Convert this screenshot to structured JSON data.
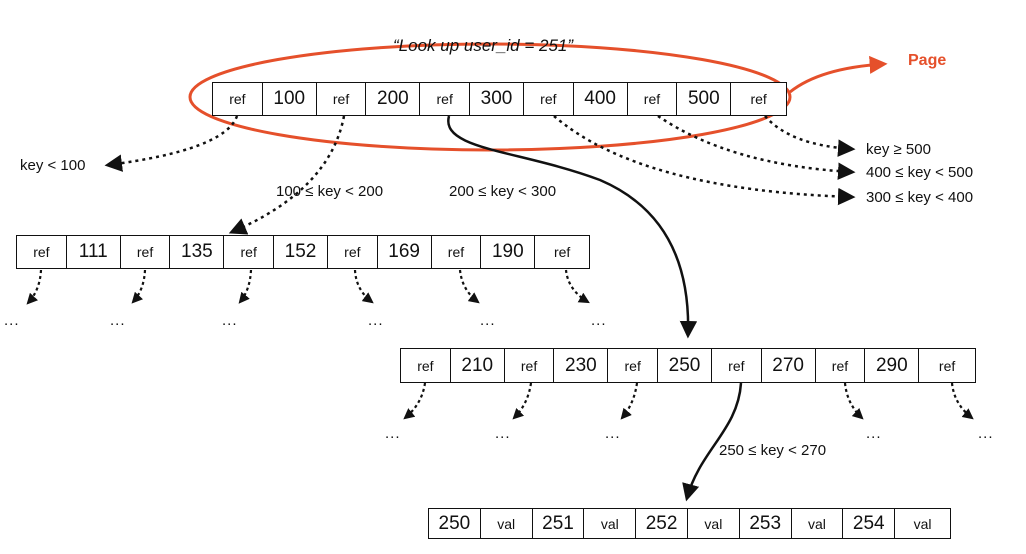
{
  "title": "“Look up user_id = 251”",
  "page_label": "Page",
  "colors": {
    "highlight": "#e5502b",
    "ink": "#111111"
  },
  "root": [
    "ref",
    "100",
    "ref",
    "200",
    "ref",
    "300",
    "ref",
    "400",
    "ref",
    "500",
    "ref"
  ],
  "left_child": [
    "ref",
    "111",
    "ref",
    "135",
    "ref",
    "152",
    "ref",
    "169",
    "ref",
    "190",
    "ref"
  ],
  "mid_child": [
    "ref",
    "210",
    "ref",
    "230",
    "ref",
    "250",
    "ref",
    "270",
    "ref",
    "290",
    "ref"
  ],
  "leaf": [
    "250",
    "val",
    "251",
    "val",
    "252",
    "val",
    "253",
    "val",
    "254",
    "val"
  ],
  "range_labels": {
    "lt100": "key < 100",
    "r100_200": "100 ≤ key < 200",
    "r200_300": "200 ≤ key < 300",
    "ge500": "key ≥ 500",
    "r400_500": "400 ≤ key < 500",
    "r300_400": "300 ≤ key < 400",
    "r250_270": "250 ≤ key < 270"
  },
  "ellipsis": "..."
}
